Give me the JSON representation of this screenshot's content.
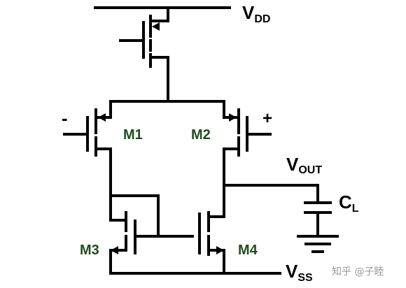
{
  "rails": {
    "vdd": "V",
    "vdd_sub": "DD",
    "vss": "V",
    "vss_sub": "SS"
  },
  "inputs": {
    "minus": "-",
    "plus": "+"
  },
  "transistors": {
    "m1": "M1",
    "m2": "M2",
    "m3": "M3",
    "m4": "M4"
  },
  "output": {
    "vout": "V",
    "vout_sub": "OUT"
  },
  "load": {
    "cl": "C",
    "cl_sub": "L"
  },
  "watermark": "知乎 @子睦",
  "colors": {
    "wire": "#000000",
    "device_label": "#1f4d1f",
    "watermark": "#9a9a9a"
  }
}
